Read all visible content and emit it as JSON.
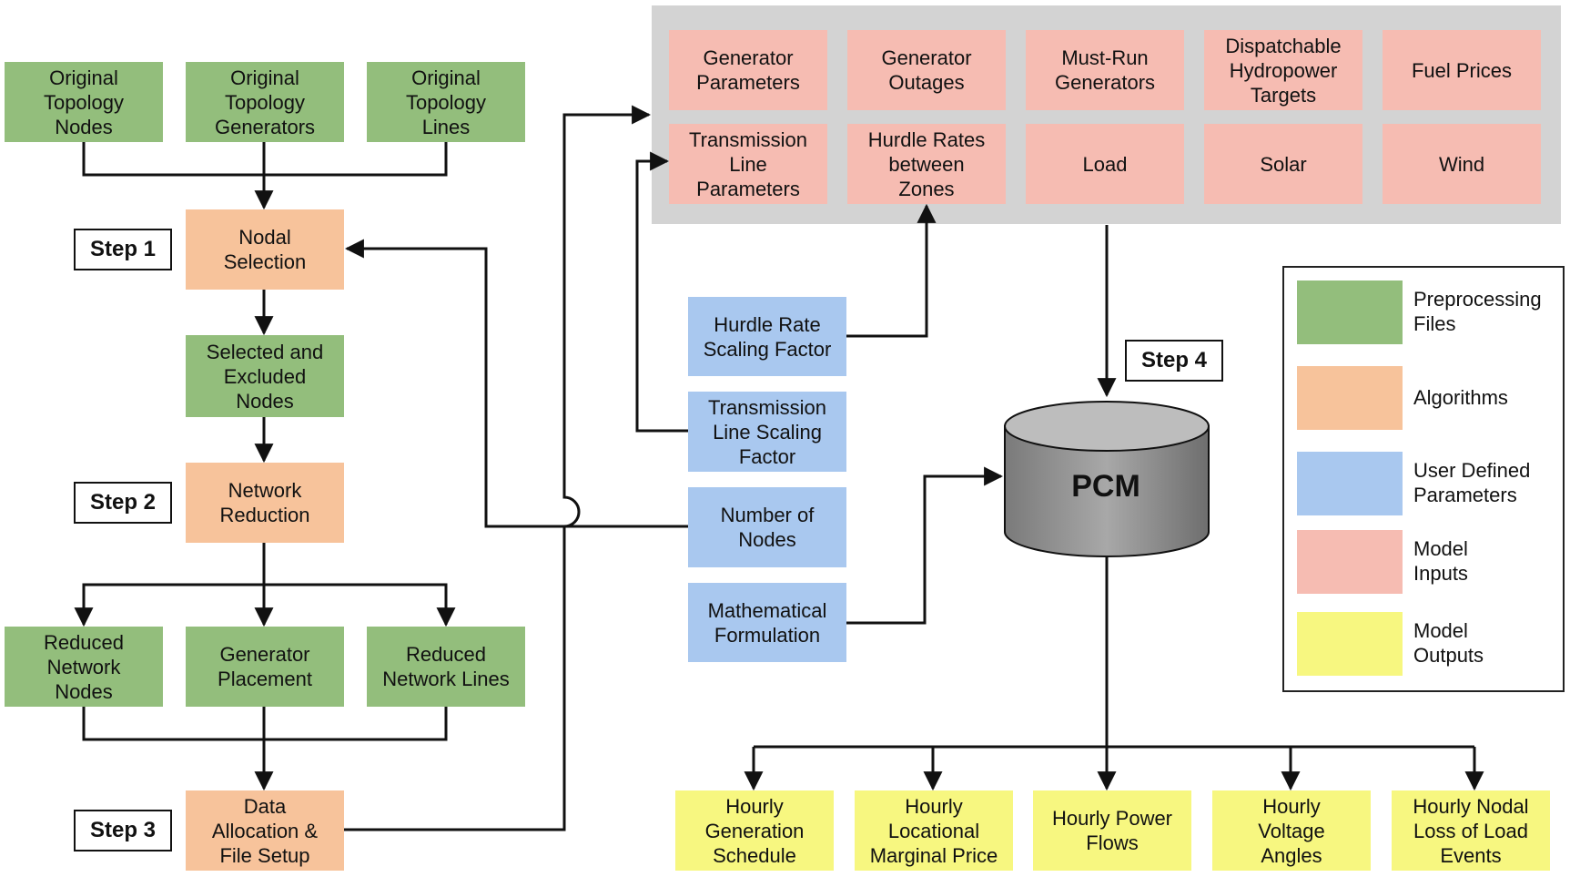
{
  "boxes": {
    "orig_nodes": "Original\nTopology\nNodes",
    "orig_generators": "Original\nTopology\nGenerators",
    "orig_lines": "Original\nTopology\nLines",
    "nodal_selection": "Nodal\nSelection",
    "selected_excluded": "Selected and\nExcluded\nNodes",
    "network_reduction": "Network\nReduction",
    "reduced_nodes": "Reduced\nNetwork\nNodes",
    "generator_placement": "Generator\nPlacement",
    "reduced_lines": "Reduced\nNetwork Lines",
    "data_allocation": "Data\nAllocation &\nFile Setup"
  },
  "steps": [
    "Step 1",
    "Step 2",
    "Step 3",
    "Step 4"
  ],
  "user_params": {
    "hurdle_scaling": "Hurdle Rate\nScaling Factor",
    "line_scaling": "Transmission\nLine Scaling\nFactor",
    "num_nodes": "Number of\nNodes",
    "math_formulation": "Mathematical\nFormulation"
  },
  "model_inputs": {
    "gen_params": "Generator\nParameters",
    "gen_outages": "Generator\nOutages",
    "must_run": "Must-Run\nGenerators",
    "hydro_targets": "Dispatchable\nHydropower\nTargets",
    "fuel_prices": "Fuel Prices",
    "line_params": "Transmission\nLine\nParameters",
    "hurdle_rates": "Hurdle Rates\nbetween\nZones",
    "load": "Load",
    "solar": "Solar",
    "wind": "Wind"
  },
  "pcm": "PCM",
  "outputs": {
    "gen_schedule": "Hourly\nGeneration\nSchedule",
    "lmp": "Hourly\nLocational\nMarginal Price",
    "power_flows": "Hourly Power\nFlows",
    "voltage_angles": "Hourly\nVoltage\nAngles",
    "load_loss": "Hourly Nodal\nLoss of Load\nEvents"
  },
  "legend": [
    {
      "label": "Preprocessing\nFiles",
      "color": "#93be7c"
    },
    {
      "label": "Algorithms",
      "color": "#f7c39b"
    },
    {
      "label": "User Defined\nParameters",
      "color": "#a9c8ef"
    },
    {
      "label": "Model\nInputs",
      "color": "#f6bcb2"
    },
    {
      "label": "Model\nOutputs",
      "color": "#f7f780"
    }
  ]
}
